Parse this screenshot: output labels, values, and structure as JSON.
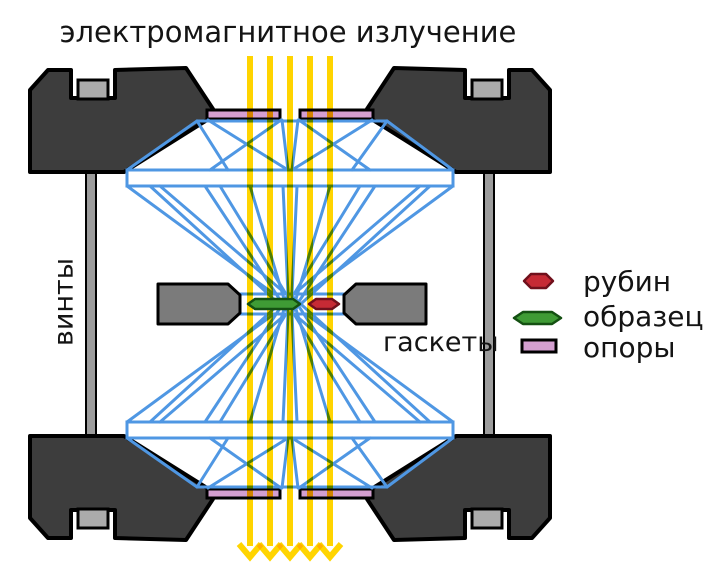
{
  "title": "электромагнитное излучение",
  "labels": {
    "screws": "винты",
    "gaskets": "гаскеты"
  },
  "legend": [
    {
      "label": "рубин",
      "swatch": "small-hexagon",
      "color": "#c62a35"
    },
    {
      "label": "образец",
      "swatch": "wide-hexagon",
      "color": "#3f9b35"
    },
    {
      "label": "опоры",
      "swatch": "rectangle",
      "color": "#d49fd0"
    }
  ],
  "colors": {
    "radiation_yellow": "#ffd400",
    "diamond_blue": "#4f97e3",
    "ruby_red": "#c62a35",
    "sample_green": "#3f9b35",
    "support_pink": "#d49fd0",
    "anvil_dark_gray": "#3d3d3d",
    "gasket_gray": "#7b7b7b",
    "screw_gray": "#9c9c9c",
    "background": "#ffffff",
    "text": "#141414"
  }
}
